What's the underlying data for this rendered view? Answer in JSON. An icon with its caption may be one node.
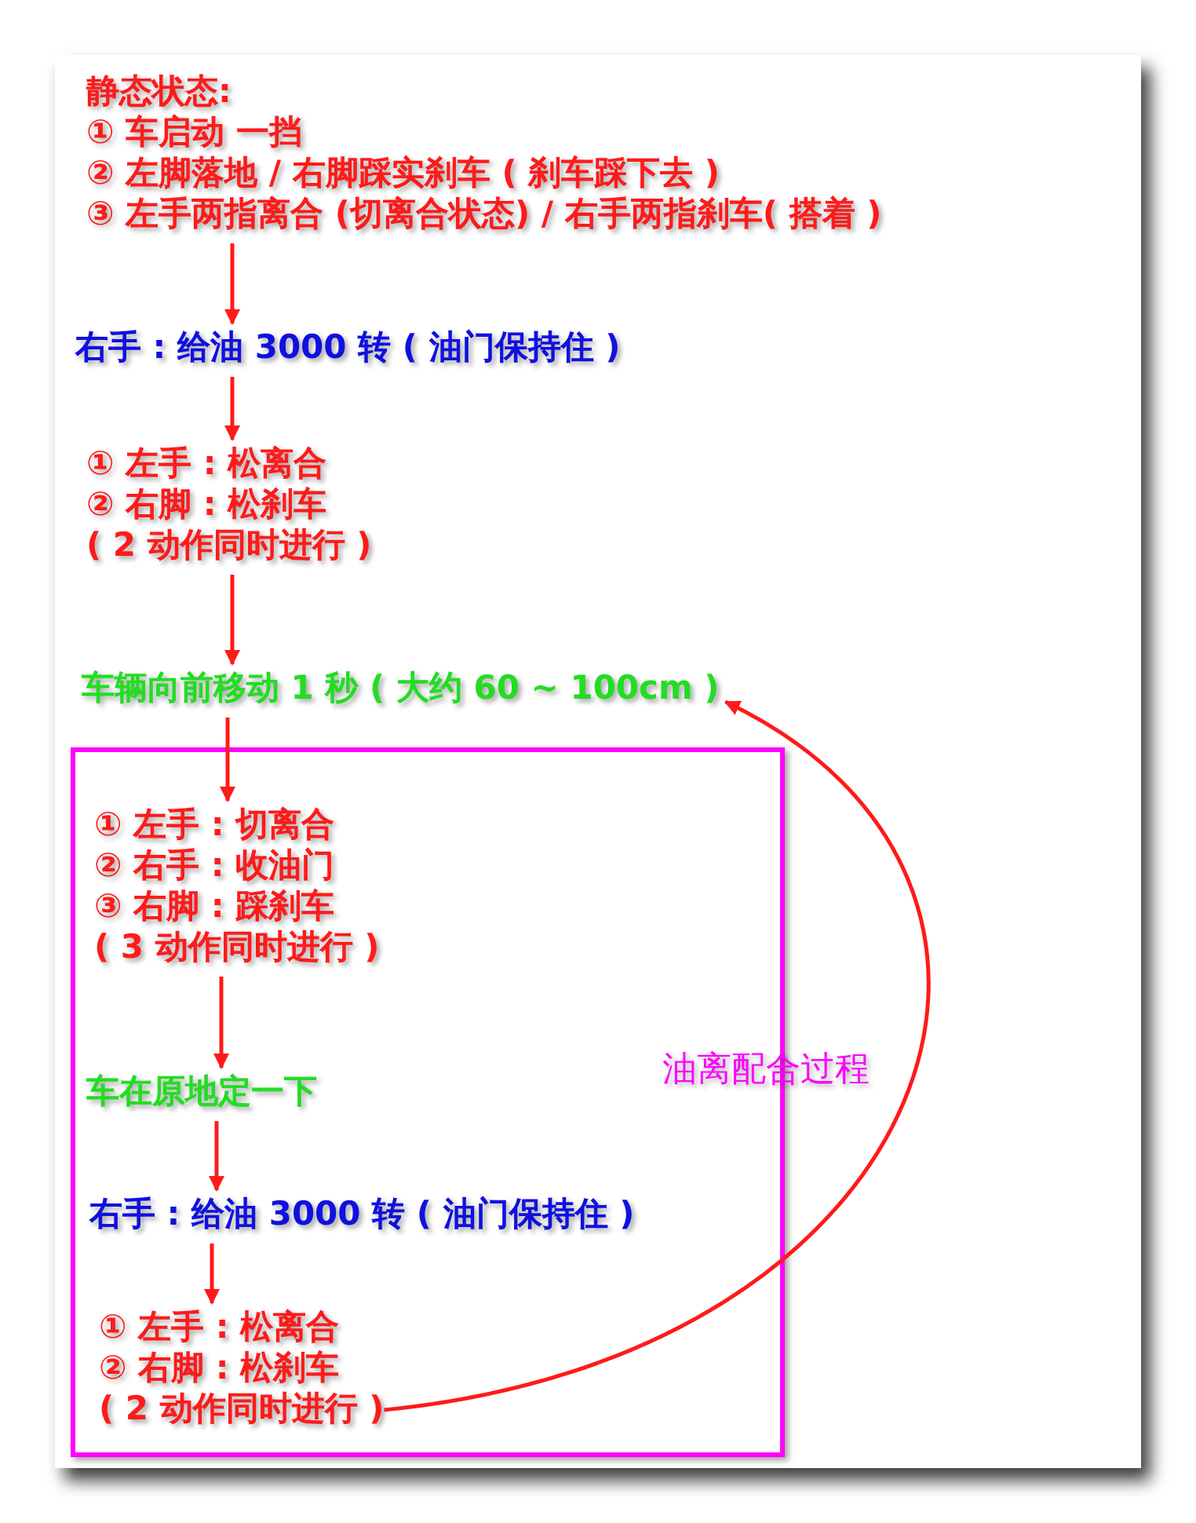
{
  "diagram": {
    "nodes": [
      {
        "text": [
          "静态状态:",
          "① 车启动 一挡",
          "② 左脚落地 / 右脚踩实刹车 ( 刹车踩下去 )",
          "③ 左手两指离合 (切离合状态) / 右手两指刹车( 搭着 )"
        ]
      },
      {
        "text": [
          "右手 : 给油 3000 转 ( 油门保持住 )"
        ]
      },
      {
        "text": [
          "① 左手 : 松离合",
          "② 右脚 : 松刹车",
          "( 2 动作同时进行 )"
        ]
      },
      {
        "text": [
          "车辆向前移动 1 秒 ( 大约 60 ~ 100cm )"
        ]
      },
      {
        "text": [],
        "shape": "box"
      },
      {
        "text": [
          "① 左手 : 切离合",
          "② 右手 : 收油门",
          "③ 右脚 : 踩刹车",
          "( 3 动作同时进行 )"
        ],
        "in": 4
      },
      {
        "text": [
          "车在原地定一下"
        ],
        "in": 4
      },
      {
        "text": [
          "右手 : 给油 3000 转 ( 油门保持住 )"
        ],
        "in": 4
      },
      {
        "text": [
          "① 左手 : 松离合",
          "② 右脚 : 松刹车",
          "( 2 动作同时进行 )"
        ],
        "in": 4
      }
    ],
    "edges": [
      {
        "from": 0,
        "to": 1,
        "arrow": "to"
      },
      {
        "from": 1,
        "to": 2,
        "arrow": "to"
      },
      {
        "from": 2,
        "to": 3,
        "arrow": "to"
      },
      {
        "from": 3,
        "to": 5,
        "arrow": "to"
      },
      {
        "from": 5,
        "to": 6,
        "arrow": "to"
      },
      {
        "from": 6,
        "to": 7,
        "arrow": "to"
      },
      {
        "from": 7,
        "to": 8,
        "arrow": "to"
      },
      {
        "from": 8,
        "to": 3,
        "arrow": "to"
      }
    ],
    "labels": [
      "油离配合过程"
    ]
  }
}
